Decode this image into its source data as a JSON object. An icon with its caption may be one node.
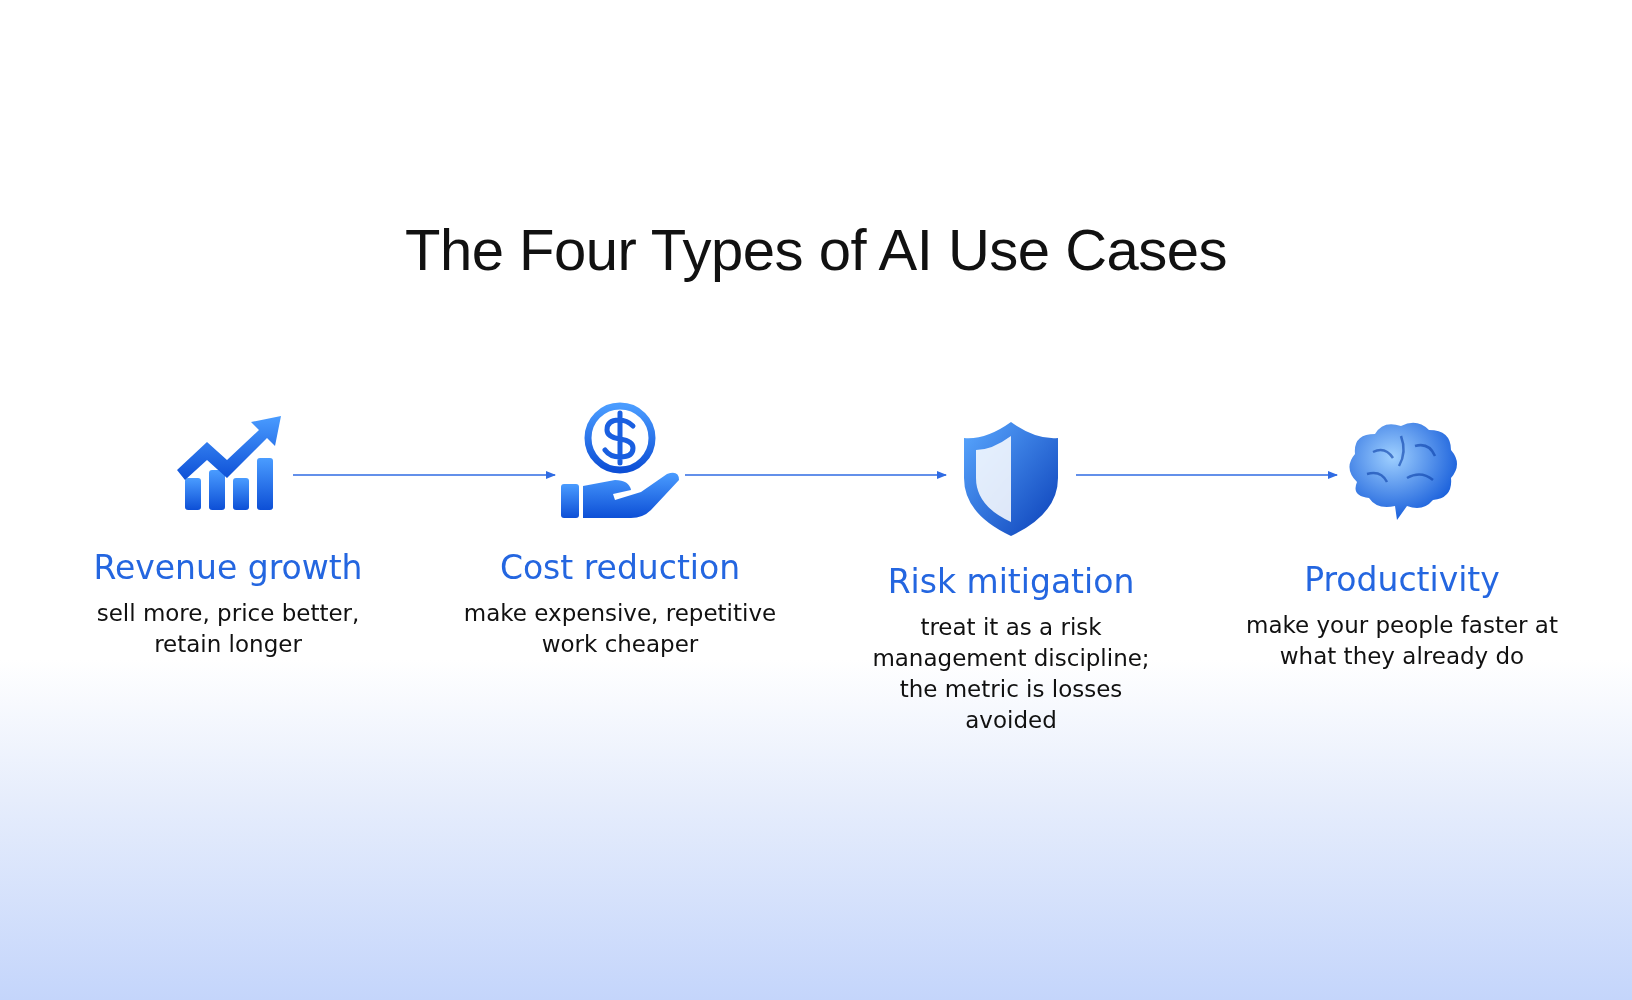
{
  "diagram": {
    "title": "The Four Types of AI Use Cases",
    "nodes": [
      {
        "text": [
          "Revenue growth",
          "sell more, price better, retain longer"
        ]
      },
      {
        "text": [
          "Cost reduction",
          "make expensive, repetitive work cheaper"
        ]
      },
      {
        "text": [
          "Risk mitigation",
          "treat it as a risk management discipline; the metric is losses avoided"
        ]
      },
      {
        "text": [
          "Productivity",
          "make your people faster at what they already do"
        ]
      }
    ],
    "edges": [
      {
        "from": 0,
        "to": 1,
        "arrow": "to"
      },
      {
        "from": 1,
        "to": 2,
        "arrow": "to"
      },
      {
        "from": 2,
        "to": 3,
        "arrow": "to"
      }
    ]
  }
}
